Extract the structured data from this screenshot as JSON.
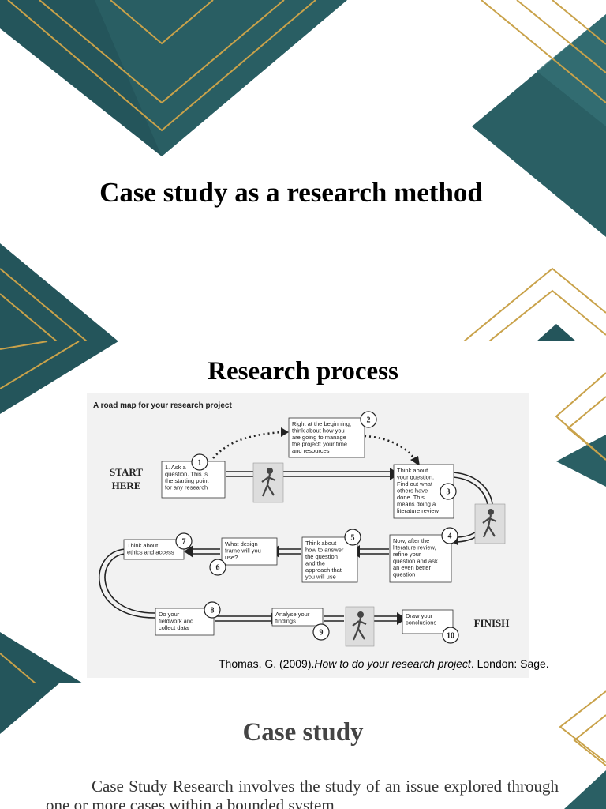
{
  "slide1": {
    "title": "Case study as a research method",
    "colors": {
      "teal_dark": "#1f4f55",
      "teal_mid": "#2f6b70",
      "gold": "#c9a24a"
    }
  },
  "slide2": {
    "title": "Research process",
    "roadmap": {
      "heading": "A road map for your research project",
      "start_line1": "START",
      "start_line2": "HERE",
      "finish": "FINISH",
      "steps": [
        {
          "number": "1",
          "lines": [
            "1. Ask a",
            "question. This is",
            "the starting point",
            "for any research"
          ]
        },
        {
          "number": "2",
          "lines": [
            "Right at the beginning,",
            "think about how you",
            "are going to manage",
            "the project: your time",
            "and resources"
          ]
        },
        {
          "number": "3",
          "lines": [
            "Think about",
            "your question.",
            "Find out what",
            "others have",
            "done. This",
            "means doing a",
            "literature review"
          ]
        },
        {
          "number": "4",
          "lines": [
            "Now, after the",
            "literature review,",
            "refine your",
            "question and ask",
            "an even better",
            "question"
          ]
        },
        {
          "number": "5",
          "lines": [
            "Think about",
            "how to answer",
            "the question",
            "and the",
            "approach that",
            "you will use"
          ]
        },
        {
          "number": "6",
          "lines": [
            "What design",
            "frame will you",
            "use?"
          ]
        },
        {
          "number": "7",
          "lines": [
            "Think about",
            "ethics and access"
          ]
        },
        {
          "number": "8",
          "lines": [
            "Do your",
            "fieldwork and",
            "collect data"
          ]
        },
        {
          "number": "9",
          "lines": [
            "Analyse your",
            "findings"
          ]
        },
        {
          "number": "10",
          "lines": [
            "Draw your",
            "conclusions"
          ]
        }
      ]
    },
    "citation": {
      "prefix": "Thomas, G. (2009).",
      "book": "How to do your research project",
      "suffix": ". London: Sage."
    }
  },
  "slide3": {
    "title": "Case study",
    "body": "Case Study Research involves the study of an issue explored through one or more cases within a bounded system"
  }
}
